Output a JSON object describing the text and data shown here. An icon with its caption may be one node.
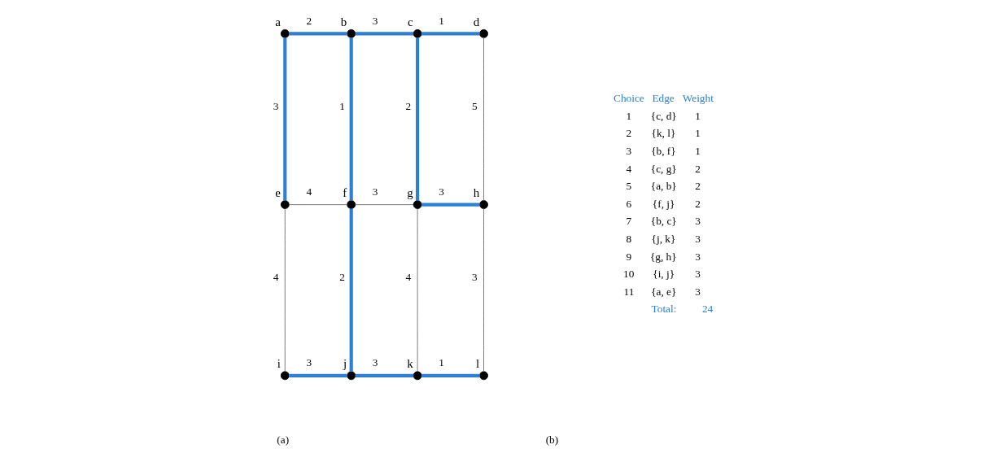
{
  "diagram": {
    "nodes": [
      {
        "text": [],
        "shape": "circle",
        "beside": [
          "a"
        ]
      },
      {
        "text": [],
        "shape": "circle",
        "beside": [
          "b"
        ]
      },
      {
        "text": [],
        "shape": "circle",
        "beside": [
          "c"
        ]
      },
      {
        "text": [],
        "shape": "circle",
        "beside": [
          "d"
        ]
      },
      {
        "text": [],
        "shape": "circle",
        "beside": [
          "e"
        ]
      },
      {
        "text": [],
        "shape": "circle",
        "beside": [
          "f"
        ]
      },
      {
        "text": [],
        "shape": "circle",
        "beside": [
          "g"
        ]
      },
      {
        "text": [],
        "shape": "circle",
        "beside": [
          "h"
        ]
      },
      {
        "text": [],
        "shape": "circle",
        "beside": [
          "i"
        ]
      },
      {
        "text": [],
        "shape": "circle",
        "beside": [
          "j"
        ]
      },
      {
        "text": [],
        "shape": "circle",
        "beside": [
          "k"
        ]
      },
      {
        "text": [],
        "shape": "circle",
        "beside": [
          "l"
        ]
      }
    ],
    "edges": [
      {
        "from": 0,
        "to": 1,
        "arrow": "none",
        "label": "2"
      },
      {
        "from": 1,
        "to": 2,
        "arrow": "none",
        "label": "3"
      },
      {
        "from": 2,
        "to": 3,
        "arrow": "none",
        "label": "1"
      },
      {
        "from": 0,
        "to": 4,
        "arrow": "none",
        "label": "3"
      },
      {
        "from": 1,
        "to": 5,
        "arrow": "none",
        "label": "1"
      },
      {
        "from": 2,
        "to": 6,
        "arrow": "none",
        "label": "2"
      },
      {
        "from": 3,
        "to": 7,
        "arrow": "none",
        "label": "5",
        "color": "#7a7a7a"
      },
      {
        "from": 4,
        "to": 5,
        "arrow": "none",
        "label": "4",
        "color": "#7a7a7a"
      },
      {
        "from": 5,
        "to": 6,
        "arrow": "none",
        "label": "3",
        "color": "#7a7a7a"
      },
      {
        "from": 6,
        "to": 7,
        "arrow": "none",
        "label": "3"
      },
      {
        "from": 4,
        "to": 8,
        "arrow": "none",
        "label": "4",
        "color": "#7a7a7a"
      },
      {
        "from": 5,
        "to": 9,
        "arrow": "none",
        "label": "2"
      },
      {
        "from": 6,
        "to": 10,
        "arrow": "none",
        "label": "4",
        "color": "#7a7a7a"
      },
      {
        "from": 7,
        "to": 11,
        "arrow": "none",
        "label": "3",
        "color": "#7a7a7a"
      },
      {
        "from": 8,
        "to": 9,
        "arrow": "none",
        "label": "3"
      },
      {
        "from": 9,
        "to": 10,
        "arrow": "none",
        "label": "3"
      },
      {
        "from": 10,
        "to": 11,
        "arrow": "none",
        "label": "1"
      }
    ],
    "labels": [
      "Choice",
      "Edge",
      "Weight",
      "1",
      "{c, d}",
      "1",
      "2",
      "{k, l}",
      "1",
      "3",
      "{b, f}",
      "1",
      "4",
      "{c, g}",
      "2",
      "5",
      "{a, b}",
      "2",
      "6",
      "{f, j}",
      "2",
      "7",
      "{b, c}",
      "3",
      "8",
      "{j, k}",
      "3",
      "9",
      "{g, h}",
      "3",
      "10",
      "{i, j}",
      "3",
      "11",
      "{a, e}",
      "3",
      "Total:",
      "24",
      "(a)",
      "(b)"
    ]
  }
}
